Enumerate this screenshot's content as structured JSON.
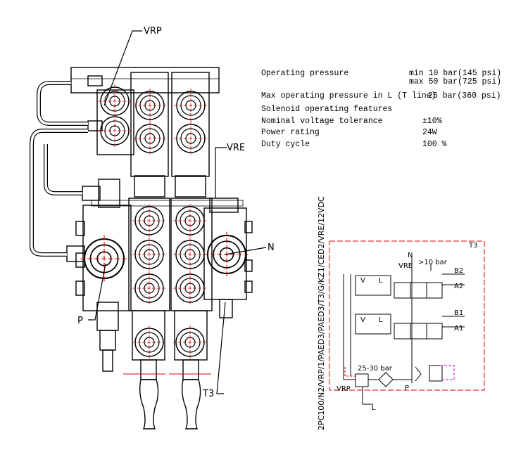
{
  "callouts": {
    "vrp": "VRP",
    "vre": "VRE",
    "n": "N",
    "p": "P",
    "t3": "T3"
  },
  "specs": [
    {
      "label": "Operating pressure",
      "value": "min 10 bar(145 psi)",
      "value2": "max 50 bar(725 psi)"
    },
    {
      "label": "Max operating pressure in L (T line)",
      "value": "25 bar(360 psi)"
    },
    {
      "label": "Solenoid operating features",
      "value": ""
    },
    {
      "label": "Nominal voltage tolerance",
      "value": "±10%"
    },
    {
      "label": "Power rating",
      "value": "24W"
    },
    {
      "label": "Duty cycle",
      "value": "100 %"
    }
  ],
  "model_code": "2PC100/N2/VRP/1/PAED3/PAED3/T3/G/KZ1/CED2/VRE/12VDC",
  "schematic": {
    "t3": "T3",
    "n": "N",
    "vre": "VRE",
    "vre_pressure": ">10 bar",
    "b2": "B2",
    "a2": "A2",
    "b1": "B1",
    "a1": "A1",
    "v1": "V",
    "l1": "L",
    "v2": "V",
    "l2": "L",
    "vrp_range": "25-30 bar",
    "vrp": "VRP",
    "p": "P",
    "l_bottom": "L"
  }
}
